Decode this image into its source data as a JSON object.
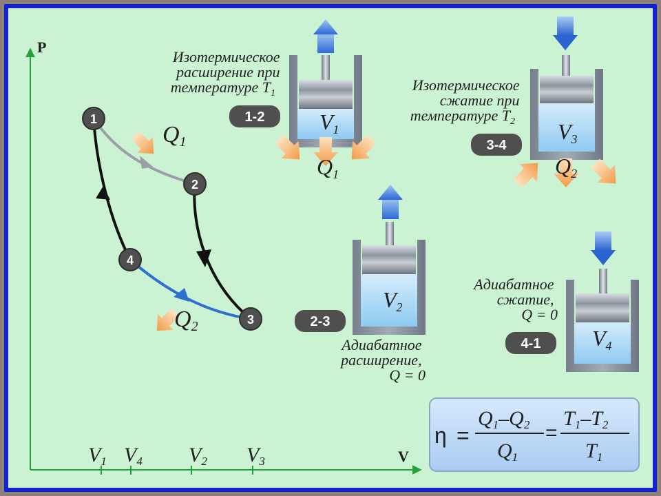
{
  "colors": {
    "background": "#ccf2d4",
    "frame": "#1621d6",
    "axis": "#22a236",
    "cycle_hot": "#9aa0a6",
    "cycle_adiabatic": "#111111",
    "cycle_cold": "#2f6fd0",
    "node": "#4f4f4f",
    "heat_arrow": "#f7a14d",
    "piston_arrow": "#3d78d8",
    "formula_box": "#b9d6f7"
  },
  "axes": {
    "y_label": "P",
    "x_label": "V",
    "ticks": [
      {
        "main": "V",
        "sub": "1"
      },
      {
        "main": "V",
        "sub": "4"
      },
      {
        "main": "V",
        "sub": "2"
      },
      {
        "main": "V",
        "sub": "3"
      }
    ]
  },
  "cycle": {
    "points": [
      "1",
      "2",
      "3",
      "4"
    ],
    "q1": {
      "main": "Q",
      "sub": "1"
    },
    "q2": {
      "main": "Q",
      "sub": "2"
    }
  },
  "steps": [
    {
      "badge": "1-2",
      "caption": [
        "Изотермическое",
        "расширение при",
        "температуре T"
      ],
      "caption_sub": "1",
      "volume": {
        "main": "V",
        "sub": "1"
      },
      "heat": {
        "main": "Q",
        "sub": "1"
      }
    },
    {
      "badge": "3-4",
      "caption": [
        "Изотермическое",
        "сжатие при",
        "температуре T"
      ],
      "caption_sub": "2",
      "volume": {
        "main": "V",
        "sub": "3"
      },
      "heat": {
        "main": "Q",
        "sub": "2"
      }
    },
    {
      "badge": "2-3",
      "caption": [
        "Адиабатное",
        "расширение,",
        "Q = 0"
      ],
      "volume": {
        "main": "V",
        "sub": "2"
      }
    },
    {
      "badge": "4-1",
      "caption": [
        "Адиабатное",
        "сжатие,",
        "Q = 0"
      ],
      "volume": {
        "main": "V",
        "sub": "4"
      }
    }
  ],
  "formula": {
    "eta": "η",
    "eq": "=",
    "num1_q1": "Q",
    "num1_q1_sub": "1",
    "num1_minus": "–",
    "num1_q2": "Q",
    "num1_q2_sub": "2",
    "den1": "Q",
    "den1_sub": "1",
    "eq2": "=",
    "num2_t1": "T",
    "num2_t1_sub": "1",
    "num2_minus": "–",
    "num2_t2": "T",
    "num2_t2_sub": "2",
    "den2": "T",
    "den2_sub": "1"
  }
}
